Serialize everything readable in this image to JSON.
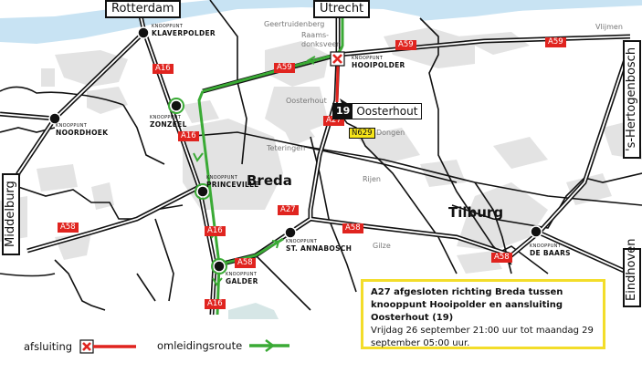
{
  "map": {
    "cities": {
      "rotterdam": "Rotterdam",
      "utrecht": "Utrecht",
      "hertogenbosch": "'s-Hertogenbosch",
      "middelburg": "Middelburg",
      "eindhoven": "Eindhoven"
    },
    "junctions": {
      "klaverpolder": {
        "prefix": "KNOOPPUNT",
        "name": "KLAVERPOLDER"
      },
      "hooipolder": {
        "prefix": "KNOOPPUNT",
        "name": "HOOIPOLDER"
      },
      "noordhoek": {
        "prefix": "KNOOPPUNT",
        "name": "NOORDHOEK"
      },
      "zonzeel": {
        "prefix": "KNOOPPUNT",
        "name": "ZONZEEL"
      },
      "princeville": {
        "prefix": "KNOOPPUNT",
        "name": "PRINCEVILLE"
      },
      "annabosch": {
        "prefix": "KNOOPPUNT",
        "name": "ST. ANNABOSCH"
      },
      "galder": {
        "prefix": "KNOOPPUNT",
        "name": "GALDER"
      },
      "debaars": {
        "prefix": "KNOOPPUNT",
        "name": "DE BAARS"
      }
    },
    "roads": {
      "a16_1": "A16",
      "a16_2": "A16",
      "a16_3": "A16",
      "a16_4": "A16",
      "a59_1": "A59",
      "a59_2": "A59",
      "a59_3": "A59",
      "a27_1": "A27",
      "a27_2": "A27",
      "a58_1": "A58",
      "a58_2": "A58",
      "a58_3": "A58",
      "a58_4": "A58",
      "n629": "N629"
    },
    "places": {
      "geertruidenberg": "Geertruidenberg",
      "raams1": "Raams-",
      "raams2": "donksveer",
      "oosterhout": "Oosterhout",
      "teteringen": "Teteringen",
      "dongen": "Dongen",
      "rijen": "Rijen",
      "gilze": "Gilze",
      "vlijmen": "Vlijmen",
      "breda": "Breda",
      "tilburg": "Tilburg"
    },
    "exit": {
      "number": "19",
      "name": "Oosterhout"
    },
    "colors": {
      "closure": "#e0241f",
      "detour": "#3aaa35",
      "water": "#c8e3f3",
      "urban": "#e3e3e3",
      "notice_border": "#f3dd2a"
    }
  },
  "notice": {
    "title": "A27 afgesloten richting Breda tussen knooppunt Hooipolder en aansluiting Oosterhout (19)",
    "detail": "Vrijdag 26 september 21:00 uur tot maandag 29 september 05:00 uur."
  },
  "legend": {
    "closure_label": "afsluiting",
    "detour_label": "omleidingsroute"
  }
}
